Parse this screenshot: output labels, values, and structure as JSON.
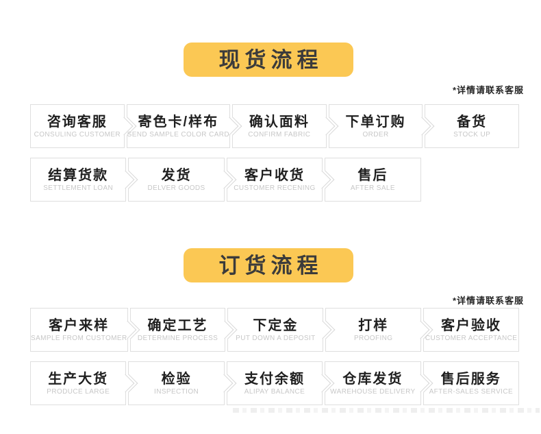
{
  "page": {
    "accent_yellow": "#fbc854",
    "border_gray": "#dedede",
    "subtitle_gray": "#c7c7c7"
  },
  "flows": [
    {
      "title": "现货流程",
      "note": "*详情请联系客服",
      "rows": [
        [
          {
            "title": "咨询客服",
            "subtitle": "CONSULING CUSTOMER"
          },
          {
            "title": "寄色卡/样布",
            "subtitle": "SEND SAMPLE COLOR CARD"
          },
          {
            "title": "确认面料",
            "subtitle": "CONFIRM FABRIC"
          },
          {
            "title": "下单订购",
            "subtitle": "ORDER"
          },
          {
            "title": "备货",
            "subtitle": "STOCK UP"
          }
        ],
        [
          {
            "title": "结算货款",
            "subtitle": "SETTLEMENT LOAN"
          },
          {
            "title": "发货",
            "subtitle": "DELVER GOODS"
          },
          {
            "title": "客户收货",
            "subtitle": "CUSTOMER RECENING"
          },
          {
            "title": "售后",
            "subtitle": "AFTER SALE"
          }
        ]
      ]
    },
    {
      "title": "订货流程",
      "note": "*详情请联系客服",
      "rows": [
        [
          {
            "title": "客户来样",
            "subtitle": "SAMPLE FROM CUSTOMER"
          },
          {
            "title": "确定工艺",
            "subtitle": "DETERMINE PROCESS"
          },
          {
            "title": "下定金",
            "subtitle": "PUT DOWN A DEPOSIT"
          },
          {
            "title": "打样",
            "subtitle": "PROOFING"
          },
          {
            "title": "客户验收",
            "subtitle": "CUSTOMER ACCEPTANCE"
          }
        ],
        [
          {
            "title": "生产大货",
            "subtitle": "PRODUCE LARGE"
          },
          {
            "title": "检验",
            "subtitle": "INSPECTION"
          },
          {
            "title": "支付余额",
            "subtitle": "ALIPAY BALANCE"
          },
          {
            "title": "仓库发货",
            "subtitle": "WAREHOUSE DELIVERY"
          },
          {
            "title": "售后服务",
            "subtitle": "AFTER-SALES SERVICE"
          }
        ]
      ]
    }
  ]
}
